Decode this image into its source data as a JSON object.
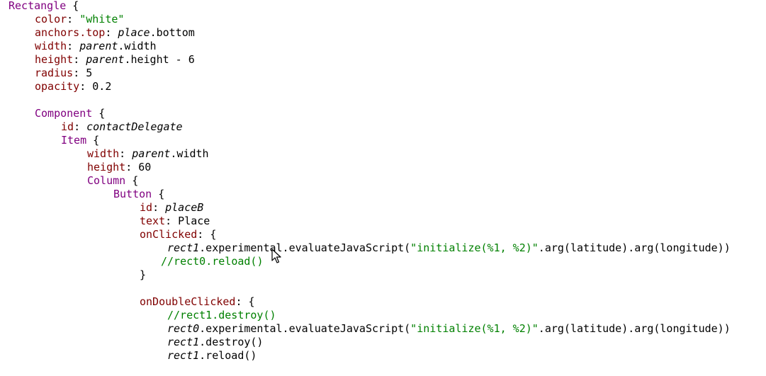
{
  "lines": [
    {
      "indent": "i0",
      "tokens": [
        {
          "t": "Rectangle",
          "c": "kw"
        },
        {
          "t": " {",
          "c": "plain"
        }
      ]
    },
    {
      "indent": "i1",
      "tokens": [
        {
          "t": "color",
          "c": "prop"
        },
        {
          "t": ": ",
          "c": "plain"
        },
        {
          "t": "\"white\"",
          "c": "str"
        }
      ]
    },
    {
      "indent": "i1",
      "tokens": [
        {
          "t": "anchors.top",
          "c": "prop"
        },
        {
          "t": ": ",
          "c": "plain"
        },
        {
          "t": "place",
          "c": "id"
        },
        {
          "t": ".bottom",
          "c": "plain"
        }
      ]
    },
    {
      "indent": "i1",
      "tokens": [
        {
          "t": "width",
          "c": "prop"
        },
        {
          "t": ": ",
          "c": "plain"
        },
        {
          "t": "parent",
          "c": "id"
        },
        {
          "t": ".width",
          "c": "plain"
        }
      ]
    },
    {
      "indent": "i1",
      "tokens": [
        {
          "t": "height",
          "c": "prop"
        },
        {
          "t": ": ",
          "c": "plain"
        },
        {
          "t": "parent",
          "c": "id"
        },
        {
          "t": ".height - 6",
          "c": "plain"
        }
      ]
    },
    {
      "indent": "i1",
      "tokens": [
        {
          "t": "radius",
          "c": "prop"
        },
        {
          "t": ": 5",
          "c": "plain"
        }
      ]
    },
    {
      "indent": "i1",
      "tokens": [
        {
          "t": "opacity",
          "c": "prop"
        },
        {
          "t": ": 0.2",
          "c": "plain"
        }
      ]
    },
    {
      "indent": "i0",
      "tokens": []
    },
    {
      "indent": "i1",
      "tokens": [
        {
          "t": "Component",
          "c": "kw"
        },
        {
          "t": " {",
          "c": "plain"
        }
      ]
    },
    {
      "indent": "i2",
      "tokens": [
        {
          "t": "id",
          "c": "prop"
        },
        {
          "t": ": ",
          "c": "plain"
        },
        {
          "t": "contactDelegate",
          "c": "id"
        }
      ]
    },
    {
      "indent": "i2",
      "tokens": [
        {
          "t": "Item",
          "c": "kw"
        },
        {
          "t": " {",
          "c": "plain"
        }
      ]
    },
    {
      "indent": "i3",
      "tokens": [
        {
          "t": "width",
          "c": "prop"
        },
        {
          "t": ": ",
          "c": "plain"
        },
        {
          "t": "parent",
          "c": "id"
        },
        {
          "t": ".width",
          "c": "plain"
        }
      ]
    },
    {
      "indent": "i3",
      "tokens": [
        {
          "t": "height",
          "c": "prop"
        },
        {
          "t": ": 60",
          "c": "plain"
        }
      ]
    },
    {
      "indent": "i3",
      "tokens": [
        {
          "t": "Column",
          "c": "kw"
        },
        {
          "t": " {",
          "c": "plain"
        }
      ]
    },
    {
      "indent": "i4",
      "tokens": [
        {
          "t": "Button",
          "c": "kw"
        },
        {
          "t": " {",
          "c": "plain"
        }
      ]
    },
    {
      "indent": "i5",
      "tokens": [
        {
          "t": "id",
          "c": "prop"
        },
        {
          "t": ": ",
          "c": "plain"
        },
        {
          "t": "placeB",
          "c": "id"
        }
      ]
    },
    {
      "indent": "i5",
      "tokens": [
        {
          "t": "text",
          "c": "prop"
        },
        {
          "t": ": Place",
          "c": "plain"
        }
      ]
    },
    {
      "indent": "i5",
      "tokens": [
        {
          "t": "onClicked",
          "c": "prop"
        },
        {
          "t": ": {",
          "c": "plain"
        }
      ]
    },
    {
      "indent": "i6",
      "tokens": [
        {
          "t": "rect1",
          "c": "id"
        },
        {
          "t": ".experimental.evaluateJavaScript(",
          "c": "plain"
        },
        {
          "t": "\"initialize(%1, %2)\"",
          "c": "str"
        },
        {
          "t": ".arg(latitude).arg(longitude))",
          "c": "plain"
        }
      ]
    },
    {
      "indent": "i5c",
      "tokens": [
        {
          "t": "//rect0.reload()",
          "c": "com"
        }
      ]
    },
    {
      "indent": "i5",
      "tokens": [
        {
          "t": "}",
          "c": "plain"
        }
      ]
    },
    {
      "indent": "i0",
      "tokens": []
    },
    {
      "indent": "i5",
      "tokens": [
        {
          "t": "onDoubleClicked",
          "c": "prop"
        },
        {
          "t": ": {",
          "c": "plain"
        }
      ]
    },
    {
      "indent": "i6",
      "tokens": [
        {
          "t": "//rect1.destroy()",
          "c": "com"
        }
      ]
    },
    {
      "indent": "i6",
      "tokens": [
        {
          "t": "rect0",
          "c": "id"
        },
        {
          "t": ".experimental.evaluateJavaScript(",
          "c": "plain"
        },
        {
          "t": "\"initialize(%1, %2)\"",
          "c": "str"
        },
        {
          "t": ".arg(latitude).arg(longitude))",
          "c": "plain"
        }
      ]
    },
    {
      "indent": "i6",
      "tokens": [
        {
          "t": "rect1",
          "c": "id"
        },
        {
          "t": ".destroy()",
          "c": "plain"
        }
      ]
    },
    {
      "indent": "i6",
      "tokens": [
        {
          "t": "rect1",
          "c": "id"
        },
        {
          "t": ".reload()",
          "c": "plain"
        }
      ]
    }
  ],
  "cursor_icon": "mouse-pointer-icon"
}
